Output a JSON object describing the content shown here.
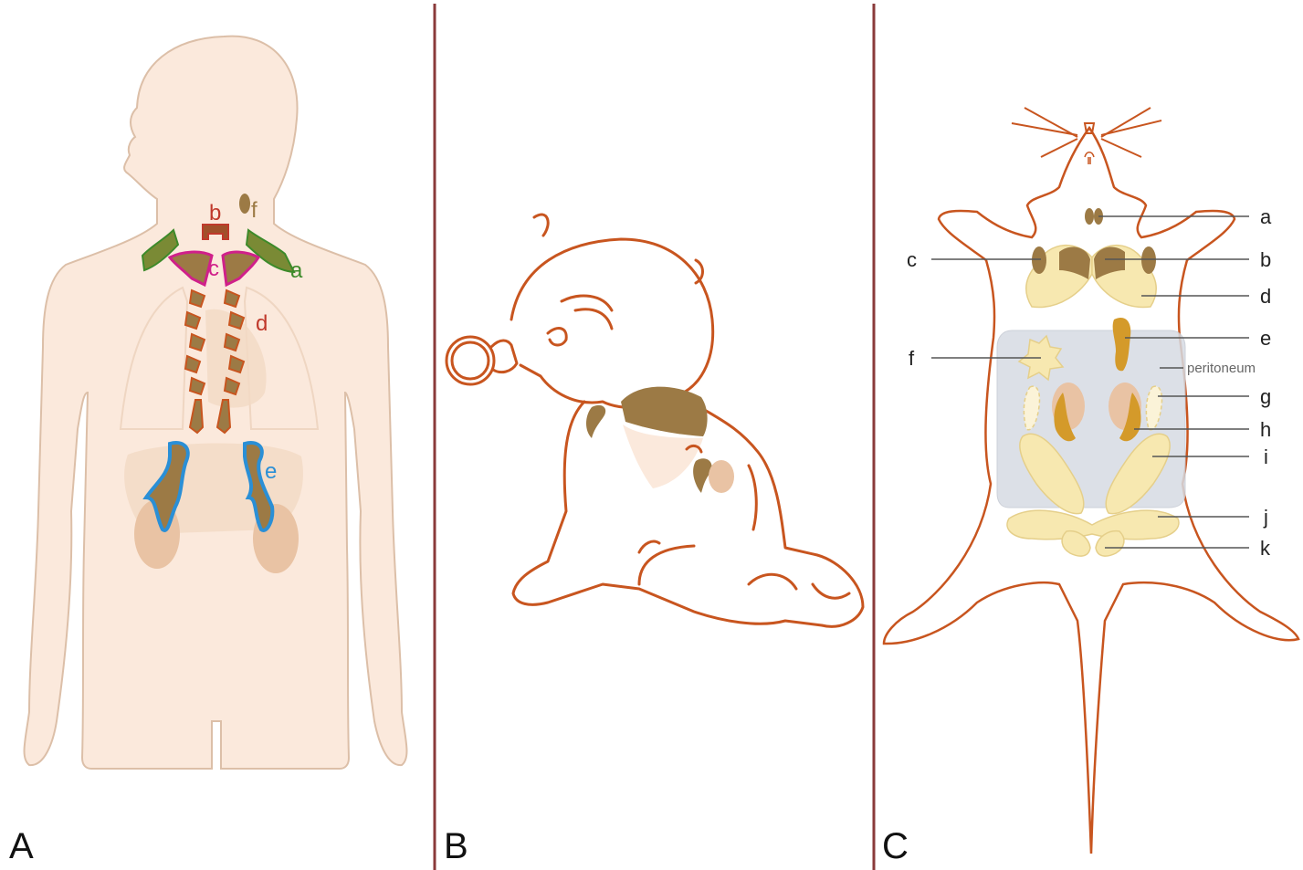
{
  "panels": {
    "A": {
      "letter": "A",
      "labels": {
        "a": "a",
        "b": "b",
        "c": "c",
        "d": "d",
        "e": "e",
        "f": "f"
      }
    },
    "B": {
      "letter": "B"
    },
    "C": {
      "letter": "C",
      "labels": {
        "a": "a",
        "b": "b",
        "c": "c",
        "d": "d",
        "e": "e",
        "f": "f",
        "g": "g",
        "h": "h",
        "i": "i",
        "j": "j",
        "k": "k",
        "peritoneum": "peritoneum"
      }
    }
  },
  "colors": {
    "divider": "#8a3a3a",
    "skin": "#fbe9dc",
    "skin_outline": "#dcbfa8",
    "organ_light": "#f3d9c4",
    "organ_brown": "#9c7a45",
    "label_red": "#c0392b",
    "label_green": "#3d8a2a",
    "label_blue": "#2a8fd6",
    "label_magenta": "#d0208a",
    "line_orange": "#c8551f",
    "fat_yellow": "#f7e8b0",
    "peritoneum_gray": "#d6dbe3"
  }
}
